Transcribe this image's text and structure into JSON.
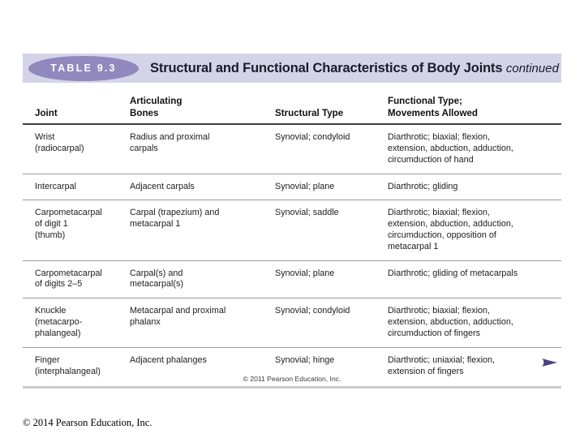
{
  "banner": {
    "badge_label": "TABLE  9.3",
    "title": "Structural and Functional Characteristics of Body Joints",
    "title_suffix": "continued",
    "band_color": "#d3d4e8",
    "badge_color": "#9188bd"
  },
  "table": {
    "headers": {
      "joint": "Joint",
      "bones": "Articulating\nBones",
      "structural": "Structural Type",
      "functional": "Functional Type;\nMovements Allowed"
    },
    "rows": [
      {
        "joint": "Wrist\n(radiocarpal)",
        "bones": "Radius and proximal\ncarpals",
        "structural": "Synovial; condyloid",
        "functional": "Diarthrotic; biaxial; flexion,\nextension, abduction, adduction,\ncircumduction of hand"
      },
      {
        "joint": "Intercarpal",
        "bones": "Adjacent carpals",
        "structural": "Synovial; plane",
        "functional": "Diarthrotic; gliding"
      },
      {
        "joint": "Carpometacarpal\nof digit 1\n(thumb)",
        "bones": "Carpal (trapezium) and\nmetacarpal 1",
        "structural": "Synovial; saddle",
        "functional": "Diarthrotic; biaxial; flexion,\nextension, abduction, adduction,\ncircumduction, opposition of\nmetacarpal 1"
      },
      {
        "joint": "Carpometacarpal\nof digits 2–5",
        "bones": "Carpal(s) and\nmetacarpal(s)",
        "structural": "Synovial; plane",
        "functional": "Diarthrotic; gliding of metacarpals"
      },
      {
        "joint": "Knuckle\n(metacarpo-\nphalangeal)",
        "bones": "Metacarpal and proximal\nphalanx",
        "structural": "Synovial; condyloid",
        "functional": "Diarthrotic; biaxial; flexion,\nextension, abduction, adduction,\ncircumduction of fingers"
      },
      {
        "joint": "Finger\n(interphalangeal)",
        "bones": "Adjacent phalanges",
        "structural": "Synovial; hinge",
        "functional": "Diarthrotic; uniaxial; flexion,\nextension of fingers"
      }
    ]
  },
  "figure_credit": "© 2011 Pearson Education, Inc.",
  "slide_credit": "© 2014 Pearson Education, Inc.",
  "arrow": {
    "name": "next-arrow",
    "color": "#4a3f86"
  }
}
